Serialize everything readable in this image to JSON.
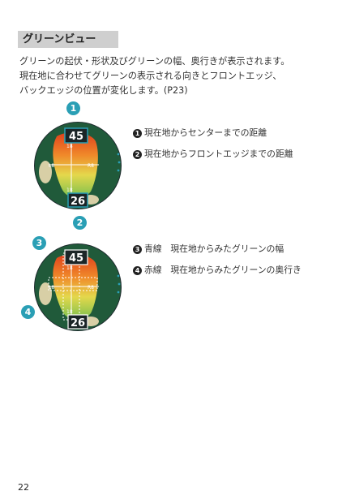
{
  "section": {
    "title": "グリーンビュー"
  },
  "intro": {
    "lines": [
      "グリーンの起伏・形状及びグリーンの幅、奥行きが表示されます。",
      "現在地に合わせてグリーンの表示される向きとフロントエッジ、",
      "バックエッジの位置が変化します。(P23)"
    ]
  },
  "figure1": {
    "callouts": [
      "❶",
      "❷"
    ],
    "top_distance": "45",
    "bottom_distance": "26",
    "labels": {
      "left": "L8",
      "right": "R8",
      "top": "18",
      "bottom": "18"
    },
    "items": [
      {
        "num": "1",
        "text": "現在地からセンターまでの距離"
      },
      {
        "num": "2",
        "text": "現在地からフロントエッジまでの距離"
      }
    ]
  },
  "figure2": {
    "callouts": [
      "❸",
      "❹"
    ],
    "top_distance": "45",
    "bottom_distance": "26",
    "labels": {
      "left": "L8",
      "right": "R8",
      "top": "18",
      "bottom": "18"
    },
    "items": [
      {
        "num": "3",
        "text": "青線　現在地からみたグリーンの幅"
      },
      {
        "num": "4",
        "text": "赤線　現在地からみたグリーンの奥行き"
      }
    ]
  },
  "page": {
    "number": "22"
  },
  "colors": {
    "accent": "#2a9fb5",
    "title_bg": "#cfcfcf"
  }
}
